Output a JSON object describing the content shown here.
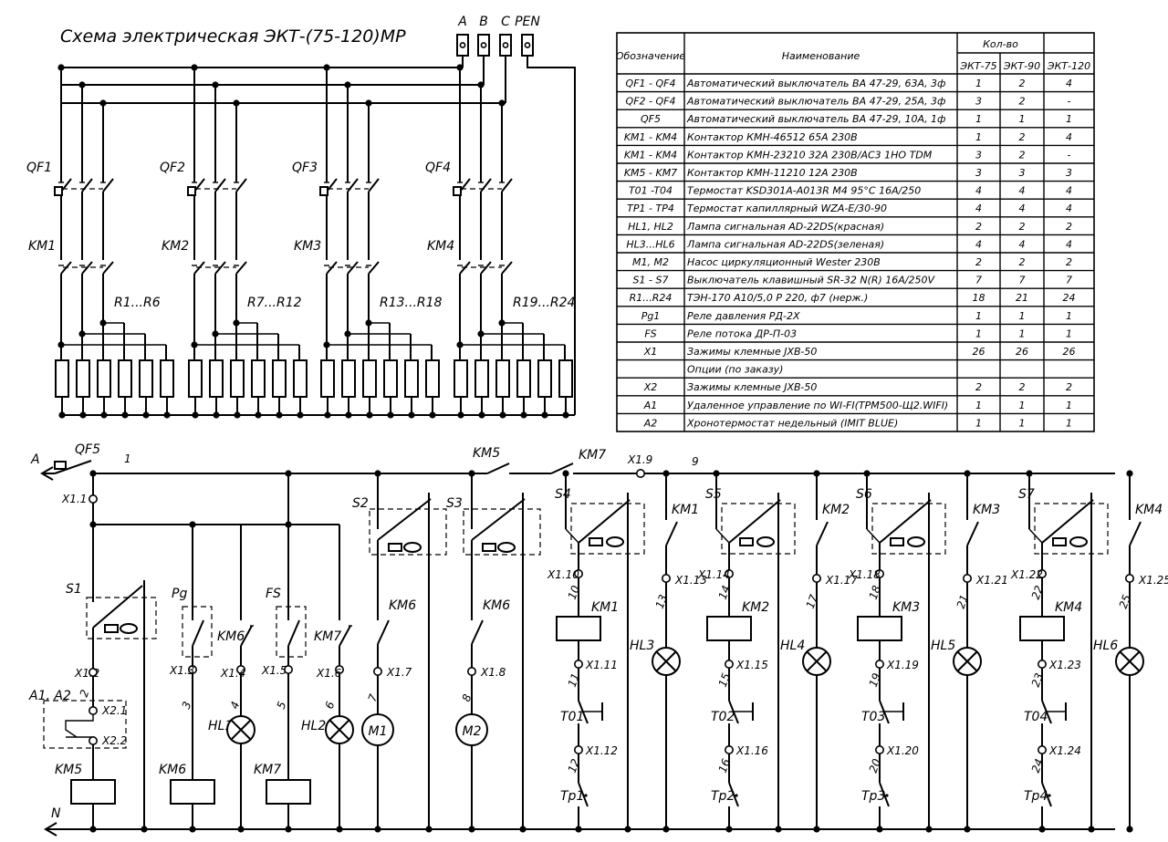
{
  "title": "Схема электрическая ЭКТ-(75-120)МР",
  "phases": [
    "A",
    "B",
    "C",
    "PEN"
  ],
  "upper": {
    "breakers": [
      "QF1",
      "QF2",
      "QF3",
      "QF4"
    ],
    "contactors": [
      "KM1",
      "KM2",
      "KM3",
      "KM4"
    ],
    "heater_groups": [
      "R1...R6",
      "R7...R12",
      "R13...R18",
      "R19...R24"
    ]
  },
  "table": {
    "headers": {
      "designation": "Обозначение",
      "name": "Наименование",
      "qty": "Кол-во",
      "models": [
        "ЭКТ-75",
        "ЭКТ-90",
        "ЭКТ-120"
      ]
    },
    "rows": [
      {
        "d": "QF1 - QF4",
        "n": "Автоматический выключатель  ВА 47-29, 63А, 3ф",
        "q": [
          "1",
          "2",
          "4"
        ]
      },
      {
        "d": "QF2 - QF4",
        "n": "Автоматический выключатель  ВА 47-29, 25А, 3ф",
        "q": [
          "3",
          "2",
          "-"
        ]
      },
      {
        "d": "QF5",
        "n": "Автоматический выключатель  ВА 47-29, 10А, 1ф",
        "q": [
          "1",
          "1",
          "1"
        ]
      },
      {
        "d": "KM1 - KM4",
        "n": "Контактор КМН-46512  65А  230В",
        "q": [
          "1",
          "2",
          "4"
        ]
      },
      {
        "d": "KM1 - KM4",
        "n": "Контактор КМН-23210  32А  230В/АС3 1НО ТDM",
        "q": [
          "3",
          "2",
          "-"
        ]
      },
      {
        "d": "KM5 - KM7",
        "n": "Контактор КМН-11210  12А  230В",
        "q": [
          "3",
          "3",
          "3"
        ]
      },
      {
        "d": "T01 -T04",
        "n": "Термостат KSD301A-A013R M4  95°С  16А/250",
        "q": [
          "4",
          "4",
          "4"
        ]
      },
      {
        "d": "TP1 - TP4",
        "n": "Термостат капиллярный WZA-E/30-90",
        "q": [
          "4",
          "4",
          "4"
        ]
      },
      {
        "d": "HL1, HL2",
        "n": "Лампа сигнальная AD-22DS(красная)",
        "q": [
          "2",
          "2",
          "2"
        ]
      },
      {
        "d": "HL3...HL6",
        "n": "Лампа сигнальная AD-22DS(зеленая)",
        "q": [
          "4",
          "4",
          "4"
        ]
      },
      {
        "d": "M1, M2",
        "n": "Насос циркуляционный Wester          230В",
        "q": [
          "2",
          "2",
          "2"
        ]
      },
      {
        "d": "S1 - S7",
        "n": "Выключатель клавишный SR-32 N(R) 16А/250V",
        "q": [
          "7",
          "7",
          "7"
        ]
      },
      {
        "d": "R1...R24",
        "n": "ТЭН-170 А10/5,0 Р 220, ф7  (нерж.)",
        "q": [
          "18",
          "21",
          "24"
        ]
      },
      {
        "d": "Pg1",
        "n": "Реле давления РД-2Х",
        "q": [
          "1",
          "1",
          "1"
        ]
      },
      {
        "d": "FS",
        "n": "Реле потока ДР-П-03",
        "q": [
          "1",
          "1",
          "1"
        ]
      },
      {
        "d": "X1",
        "n": "Зажимы клемные JXB-50",
        "q": [
          "26",
          "26",
          "26"
        ]
      },
      {
        "d": "",
        "n": "Опции (по заказу)",
        "q": [
          "",
          "",
          ""
        ]
      },
      {
        "d": "X2",
        "n": "Зажимы клемные JXB-50",
        "q": [
          "2",
          "2",
          "2"
        ]
      },
      {
        "d": "A1",
        "n": "Удаленное управление по WI-FI(TPM500-Щ2.WIFI)",
        "q": [
          "1",
          "1",
          "1"
        ]
      },
      {
        "d": "A2",
        "n": "Хронотермостат недельный (IMIT BLUE)",
        "q": [
          "1",
          "1",
          "1"
        ]
      }
    ]
  },
  "lower": {
    "left_phase": "A",
    "bottom_neutral": "N",
    "qf5": "QF5",
    "wire1": "1",
    "wire9": "9",
    "km5_top": "KM5",
    "km7_top": "KM7",
    "x19": "X1.9",
    "branchA": {
      "x11": "X1.1",
      "s1": "S1",
      "x12": "X1.2",
      "w2": "2",
      "a12": "A1, A2",
      "x21": "X2.1",
      "x22": "X2.2",
      "coil": "KM5"
    },
    "branchPg": {
      "pg": "Pg",
      "x13": "X1.3",
      "w3": "3",
      "coil": "KM6",
      "km6c": "KM6",
      "x14": "X1.4",
      "w4": "4",
      "hl": "HL1"
    },
    "branchFS": {
      "fs": "FS",
      "x15": "X1.5",
      "w5": "5",
      "coil": "KM7",
      "km7c": "KM7",
      "x16": "X1.6",
      "w6": "6",
      "hl": "HL2"
    },
    "pumps": [
      {
        "s": "S2",
        "km": "KM6",
        "x": "X1.7",
        "w": "7",
        "m": "M1"
      },
      {
        "s": "S3",
        "km": "KM6",
        "x": "X1.8",
        "w": "8",
        "m": "M2"
      }
    ],
    "heat": [
      {
        "s": "S4",
        "xa": "X1.10",
        "wa": "10",
        "km": "KM1",
        "xb": "X1.11",
        "wb": "11",
        "t": "T01",
        "xc": "X1.12",
        "wc": "12",
        "tp": "Tp1",
        "kmc": "KM1",
        "xl": "X1.13",
        "wl": "13",
        "hl": "HL3"
      },
      {
        "s": "S5",
        "xa": "X1.14",
        "wa": "14",
        "km": "KM2",
        "xb": "X1.15",
        "wb": "15",
        "t": "T02",
        "xc": "X1.16",
        "wc": "16",
        "tp": "Tp2",
        "kmc": "KM2",
        "xl": "X1.17",
        "wl": "17",
        "hl": "HL4"
      },
      {
        "s": "S6",
        "xa": "X1.18",
        "wa": "18",
        "km": "KM3",
        "xb": "X1.19",
        "wb": "19",
        "t": "T03",
        "xc": "X1.20",
        "wc": "20",
        "tp": "Tp3",
        "kmc": "KM3",
        "xl": "X1.21",
        "wl": "21",
        "hl": "HL5"
      },
      {
        "s": "S7",
        "xa": "X1.22",
        "wa": "22",
        "km": "KM4",
        "xb": "X1.23",
        "wb": "23",
        "t": "T04",
        "xc": "X1.24",
        "wc": "24",
        "tp": "Tp4",
        "kmc": "KM4",
        "xl": "X1.25",
        "wl": "25",
        "hl": "HL6"
      }
    ]
  }
}
